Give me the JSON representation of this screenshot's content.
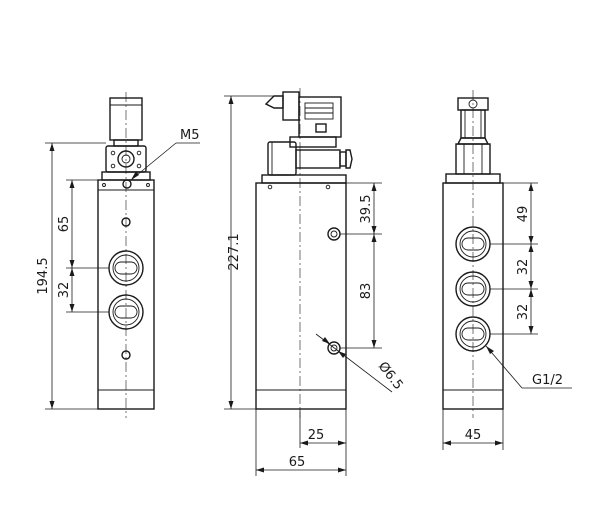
{
  "drawing": {
    "labels": {
      "m5": "M5",
      "g12": "G1/2",
      "dia": "Ø6.5"
    },
    "dims": {
      "height_front": "194.5",
      "height_side": "227.1",
      "d65": "65",
      "d32": "32",
      "d39_5": "39.5",
      "d83": "83",
      "d25": "25",
      "width_side": "65",
      "d49": "49",
      "d32a": "32",
      "d32b": "32",
      "width_rear": "45"
    }
  }
}
